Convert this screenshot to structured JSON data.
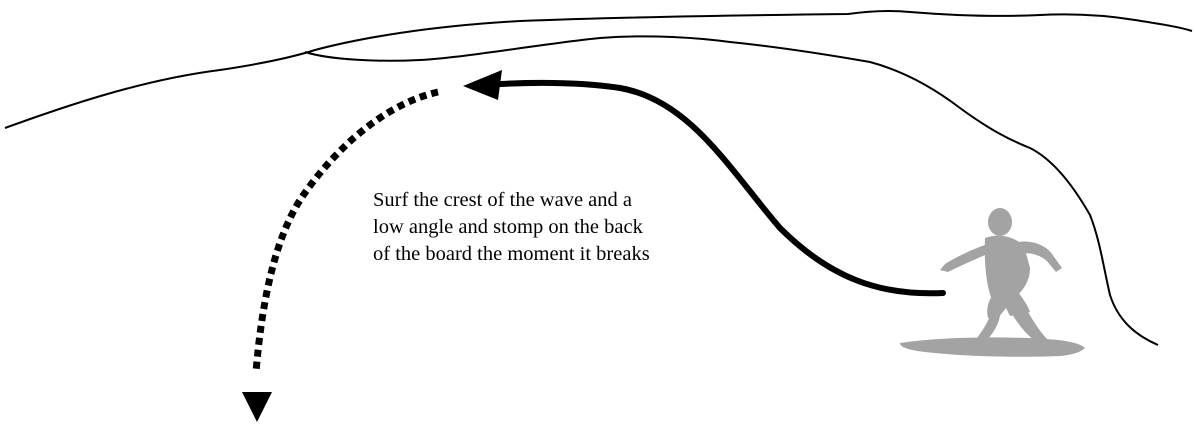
{
  "caption": {
    "lines": [
      "Surf the crest of the wave and a",
      "low angle and stomp on the back",
      "of the board the moment it breaks"
    ]
  },
  "colors": {
    "background": "#ffffff",
    "line": "#000000",
    "surfer": "#a3a3a3"
  },
  "icons": {
    "surfer": "surfer-silhouette-icon",
    "solid_arrow": "curved-arrow-icon",
    "dotted_arrow": "dotted-curved-arrow-icon"
  }
}
